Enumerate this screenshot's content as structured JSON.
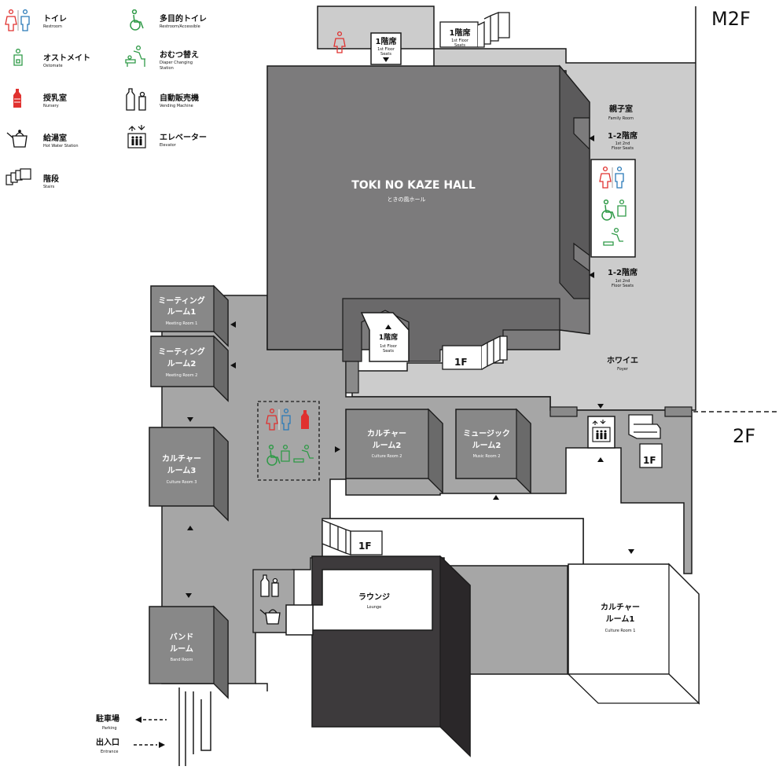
{
  "floors": {
    "upper": "M2F",
    "lower": "2F"
  },
  "legend": [
    {
      "ja": "トイレ",
      "en": "Restroom",
      "icon": "restroom-icon"
    },
    {
      "ja": "多目的トイレ",
      "en": "Restroom/Accessible",
      "icon": "accessible-restroom-icon"
    },
    {
      "ja": "オストメイト",
      "en": "Ostomate",
      "icon": "ostomate-icon"
    },
    {
      "ja": "おむつ替え",
      "en": "Diaper Changing Station",
      "icon": "diaper-changing-icon"
    },
    {
      "ja": "授乳室",
      "en": "Nursery",
      "icon": "nursery-icon"
    },
    {
      "ja": "自動販売機",
      "en": "Vending Machine",
      "icon": "vending-machine-icon"
    },
    {
      "ja": "給湯室",
      "en": "Hot Water Station",
      "icon": "kettle-icon"
    },
    {
      "ja": "エレベーター",
      "en": "Elevator",
      "icon": "elevator-icon"
    },
    {
      "ja": "階段",
      "en": "Stairs",
      "icon": "stairs-icon"
    }
  ],
  "rooms": {
    "hall": {
      "en": "TOKI NO KAZE HALL",
      "ja": "ときの風ホール"
    },
    "family_room": {
      "ja": "親子室",
      "en": "Family Room"
    },
    "foyer": {
      "ja": "ホワイエ",
      "en": "Foyer"
    },
    "meeting1": {
      "ja1": "ミーティング",
      "ja2": "ルーム1",
      "en": "Meeting Room 1"
    },
    "meeting2": {
      "ja1": "ミーティング",
      "ja2": "ルーム2",
      "en": "Meeting Room 2"
    },
    "culture3": {
      "ja1": "カルチャー",
      "ja2": "ルーム3",
      "en": "Culture Room 3"
    },
    "culture2": {
      "ja1": "カルチャー",
      "ja2": "ルーム2",
      "en": "Culture Room 2"
    },
    "music2": {
      "ja1": "ミュージック",
      "ja2": "ルーム2",
      "en": "Music Room 2"
    },
    "culture1": {
      "ja1": "カルチャー",
      "ja2": "ルーム1",
      "en": "Culture Room 1"
    },
    "band": {
      "ja1": "バンド",
      "ja2": "ルーム",
      "en": "Band Room"
    },
    "lounge": {
      "ja": "ラウンジ",
      "en": "Lounge"
    }
  },
  "seats": {
    "first_floor": {
      "ja": "1階席",
      "en1": "1st Floor",
      "en2": "Seats"
    },
    "second_floor": {
      "ja": "1-2階席",
      "en1": "1st 2nd",
      "en2": "Floor Seats"
    }
  },
  "stairs_label": "1F",
  "exits": {
    "parking": {
      "ja": "駐車場",
      "en": "Parking"
    },
    "entrance": {
      "ja": "出入口",
      "en": "Entrance"
    }
  },
  "colors": {
    "floor_fill": "#a6a6a6",
    "m2f_fill": "#cccccc",
    "hall_fill": "#7c7b7c",
    "lounge_fill": "#3d3a3c",
    "room_fill": "#888888",
    "restroom_female": "#e0312f",
    "restroom_male": "#2a7ab8",
    "accessible": "#2f9a47"
  }
}
